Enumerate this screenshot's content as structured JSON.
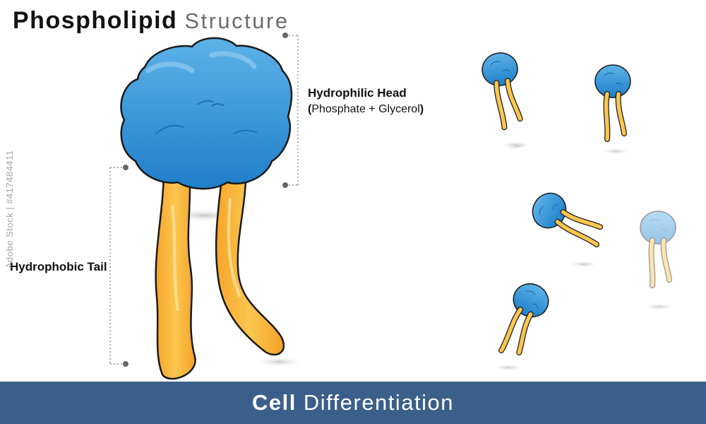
{
  "header": {
    "title_bold": "Phospholipid",
    "title_light": "Structure"
  },
  "labels": {
    "head_title": "Hydrophilic Head",
    "head_sub_open": "(",
    "head_sub_text": "Phosphate + Glycerol",
    "head_sub_close": ")",
    "tail_title": "Hydrophobic Tail"
  },
  "footer": {
    "bold": "Cell",
    "light": "Differentiation"
  },
  "watermark": {
    "text": "Adobe Stock | #417484411"
  },
  "colors": {
    "head_blue": "#3a98d6",
    "head_blue_light": "#6bb8e8",
    "tail_orange": "#f8b83c",
    "tail_orange_light": "#fdd77a",
    "footer_bg": "#3b5f8a",
    "bracket_gray": "#808080"
  }
}
